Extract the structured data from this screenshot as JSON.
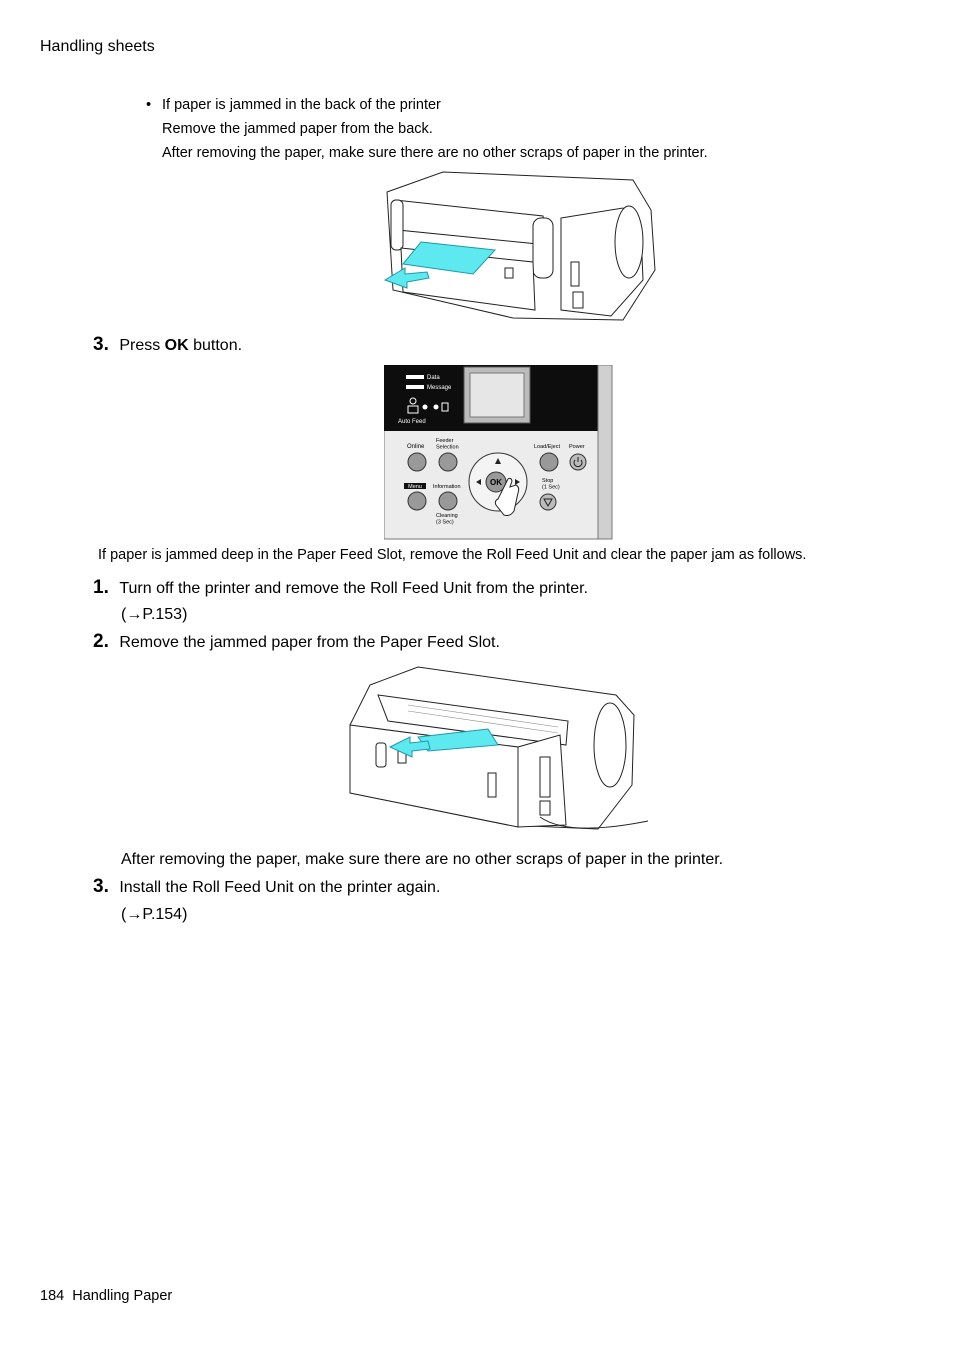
{
  "header": {
    "section": "Handling sheets"
  },
  "bullet": {
    "marker": "•",
    "title": "If paper is jammed in the back of the printer",
    "line1": "Remove the jammed paper from the back.",
    "line2": "After removing the paper, make sure there are no other scraps of paper in the printer."
  },
  "step_press_ok": {
    "number": "3.",
    "text_before": "Press ",
    "bold": "OK",
    "text_after": " button."
  },
  "panel": {
    "data_label": "Data",
    "message_label": "Message",
    "auto_feed_label": "Auto Feed",
    "online": "Online",
    "feeder_selection": "Feeder\nSelection",
    "load_eject": "Load/Eject",
    "power": "Power",
    "menu": "Menu",
    "information": "Information",
    "cleaning": "Cleaning\n(3 Sec)",
    "stop": "Stop\n(1 Sec)",
    "ok": "OK"
  },
  "deep_jam_note": "If paper is jammed deep in the Paper Feed Slot, remove the Roll Feed Unit and clear the paper jam as follows.",
  "steps": [
    {
      "number": "1.",
      "text": "Turn off the printer and remove the Roll Feed Unit from the printer.",
      "ref": "(→P.153)"
    },
    {
      "number": "2.",
      "text": "Remove the jammed paper from the Paper Feed Slot."
    },
    {
      "number": "3.",
      "text": "Install the Roll Feed Unit on the printer again.",
      "ref": "(→P.154)"
    }
  ],
  "after_removing_note": "After removing the paper, make sure there are no other scraps of paper in the printer.",
  "footer": {
    "page_number": "184",
    "chapter": "Handling Paper"
  },
  "colors": {
    "paper_cyan": "#5ee8f0",
    "panel_black": "#0d0d0d",
    "panel_grey": "#ececec"
  }
}
